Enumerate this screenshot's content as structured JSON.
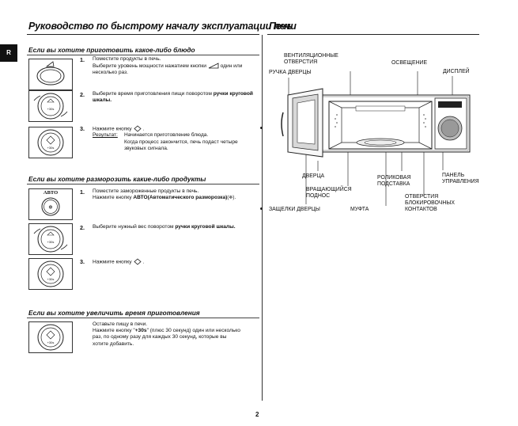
{
  "language_tab": "R",
  "left_title": "Руководство по быстрому началу эксплуатации печи",
  "right_title": "Печь",
  "page_number": "2",
  "sections": {
    "cook": {
      "title": "Если вы хотите приготовить какое-либо блюдо",
      "steps": [
        {
          "num": "1.",
          "line1": "Поместите продукты в печь.",
          "line2": "Выберите уровень мощности нажатием кнопки",
          "line3": "один или несколько раз."
        },
        {
          "num": "2.",
          "line1": "Выберите время приготовления пищи поворотом",
          "bold": "ручки круговой шкалы."
        },
        {
          "num": "3.",
          "line1": "Нажмите кнопку",
          "result_label": "Результат:",
          "result1": "Начинается приготовление блюда.",
          "result2": "Когда процесс закончится, печь подаст четыре",
          "result3": "звуковых сигнала."
        }
      ]
    },
    "defrost": {
      "title": "Если вы хотите разморозить какие-либо продукты",
      "auto_label": "АВТО",
      "steps": [
        {
          "num": "1.",
          "line1": "Поместите замороженные продукты в печь.",
          "line2": "Нажмите кнопку",
          "bold": "АВТО(Автоматического разморозка)"
        },
        {
          "num": "2.",
          "line1": "Выберите нужный вес поворотом",
          "bold": "ручки круговой шкалы."
        },
        {
          "num": "3.",
          "line1": "Нажмите кнопку"
        }
      ]
    },
    "extend": {
      "title": "Если вы хотите увеличить время приготовления",
      "line1": "Оставьте пищу в печи.",
      "line2a": "Нажмите кнопку \"",
      "line2b": "+30s",
      "line2c": "\" (плюс 30 секунд) один или несколько",
      "line3": "раз, по одному разу для каждых 30 секунд, которые вы",
      "line4": "хотите добавить."
    }
  },
  "dial_label": "+30s",
  "oven_labels": {
    "vents": [
      "ВЕНТИЛЯЦИОННЫЕ",
      "ОТВЕРСТИЯ"
    ],
    "handle": "РУЧКА ДВЕРЦЫ",
    "light": "ОСВЕЩЕНИЕ",
    "display": "ДИСПЛЕЙ",
    "door": "ДВЕРЦА",
    "roller": [
      "РОЛИКОВАЯ",
      "ПОДСТАВКА"
    ],
    "panel": [
      "ПАНЕЛЬ",
      "УПРАВЛЕНИЯ"
    ],
    "turntable": [
      "ВРАЩАЮЩИЙСЯ",
      "ПОДНОС"
    ],
    "latches": "ЗАЩЕЛКИ ДВЕРЦЫ",
    "coupler": "МУФТА",
    "interlock": [
      "ОТВЕРСТИЯ",
      "БЛОКИРОВОЧНЫХ",
      "КОНТАКТОВ"
    ]
  }
}
